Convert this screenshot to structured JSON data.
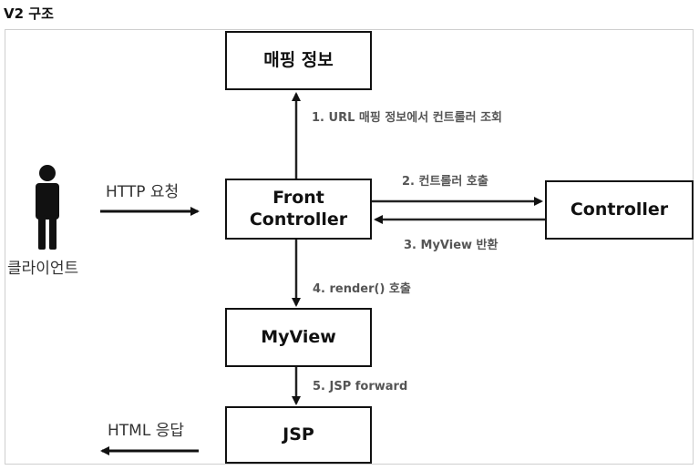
{
  "title": "V2 구조",
  "boxes": {
    "mapping": "매핑 정보",
    "front": "Front\nController",
    "controller": "Controller",
    "myview": "MyView",
    "jsp": "JSP"
  },
  "client_label": "클라이언트",
  "request_label": "HTTP 요청",
  "response_label": "HTML 응답",
  "steps": {
    "step1": "1. URL 매핑 정보에서 컨트롤러 조회",
    "step2": "2. 컨트롤러 호출",
    "step3": "3. MyView 반환",
    "step4": "4. render() 호출",
    "step5": "5. JSP forward"
  }
}
